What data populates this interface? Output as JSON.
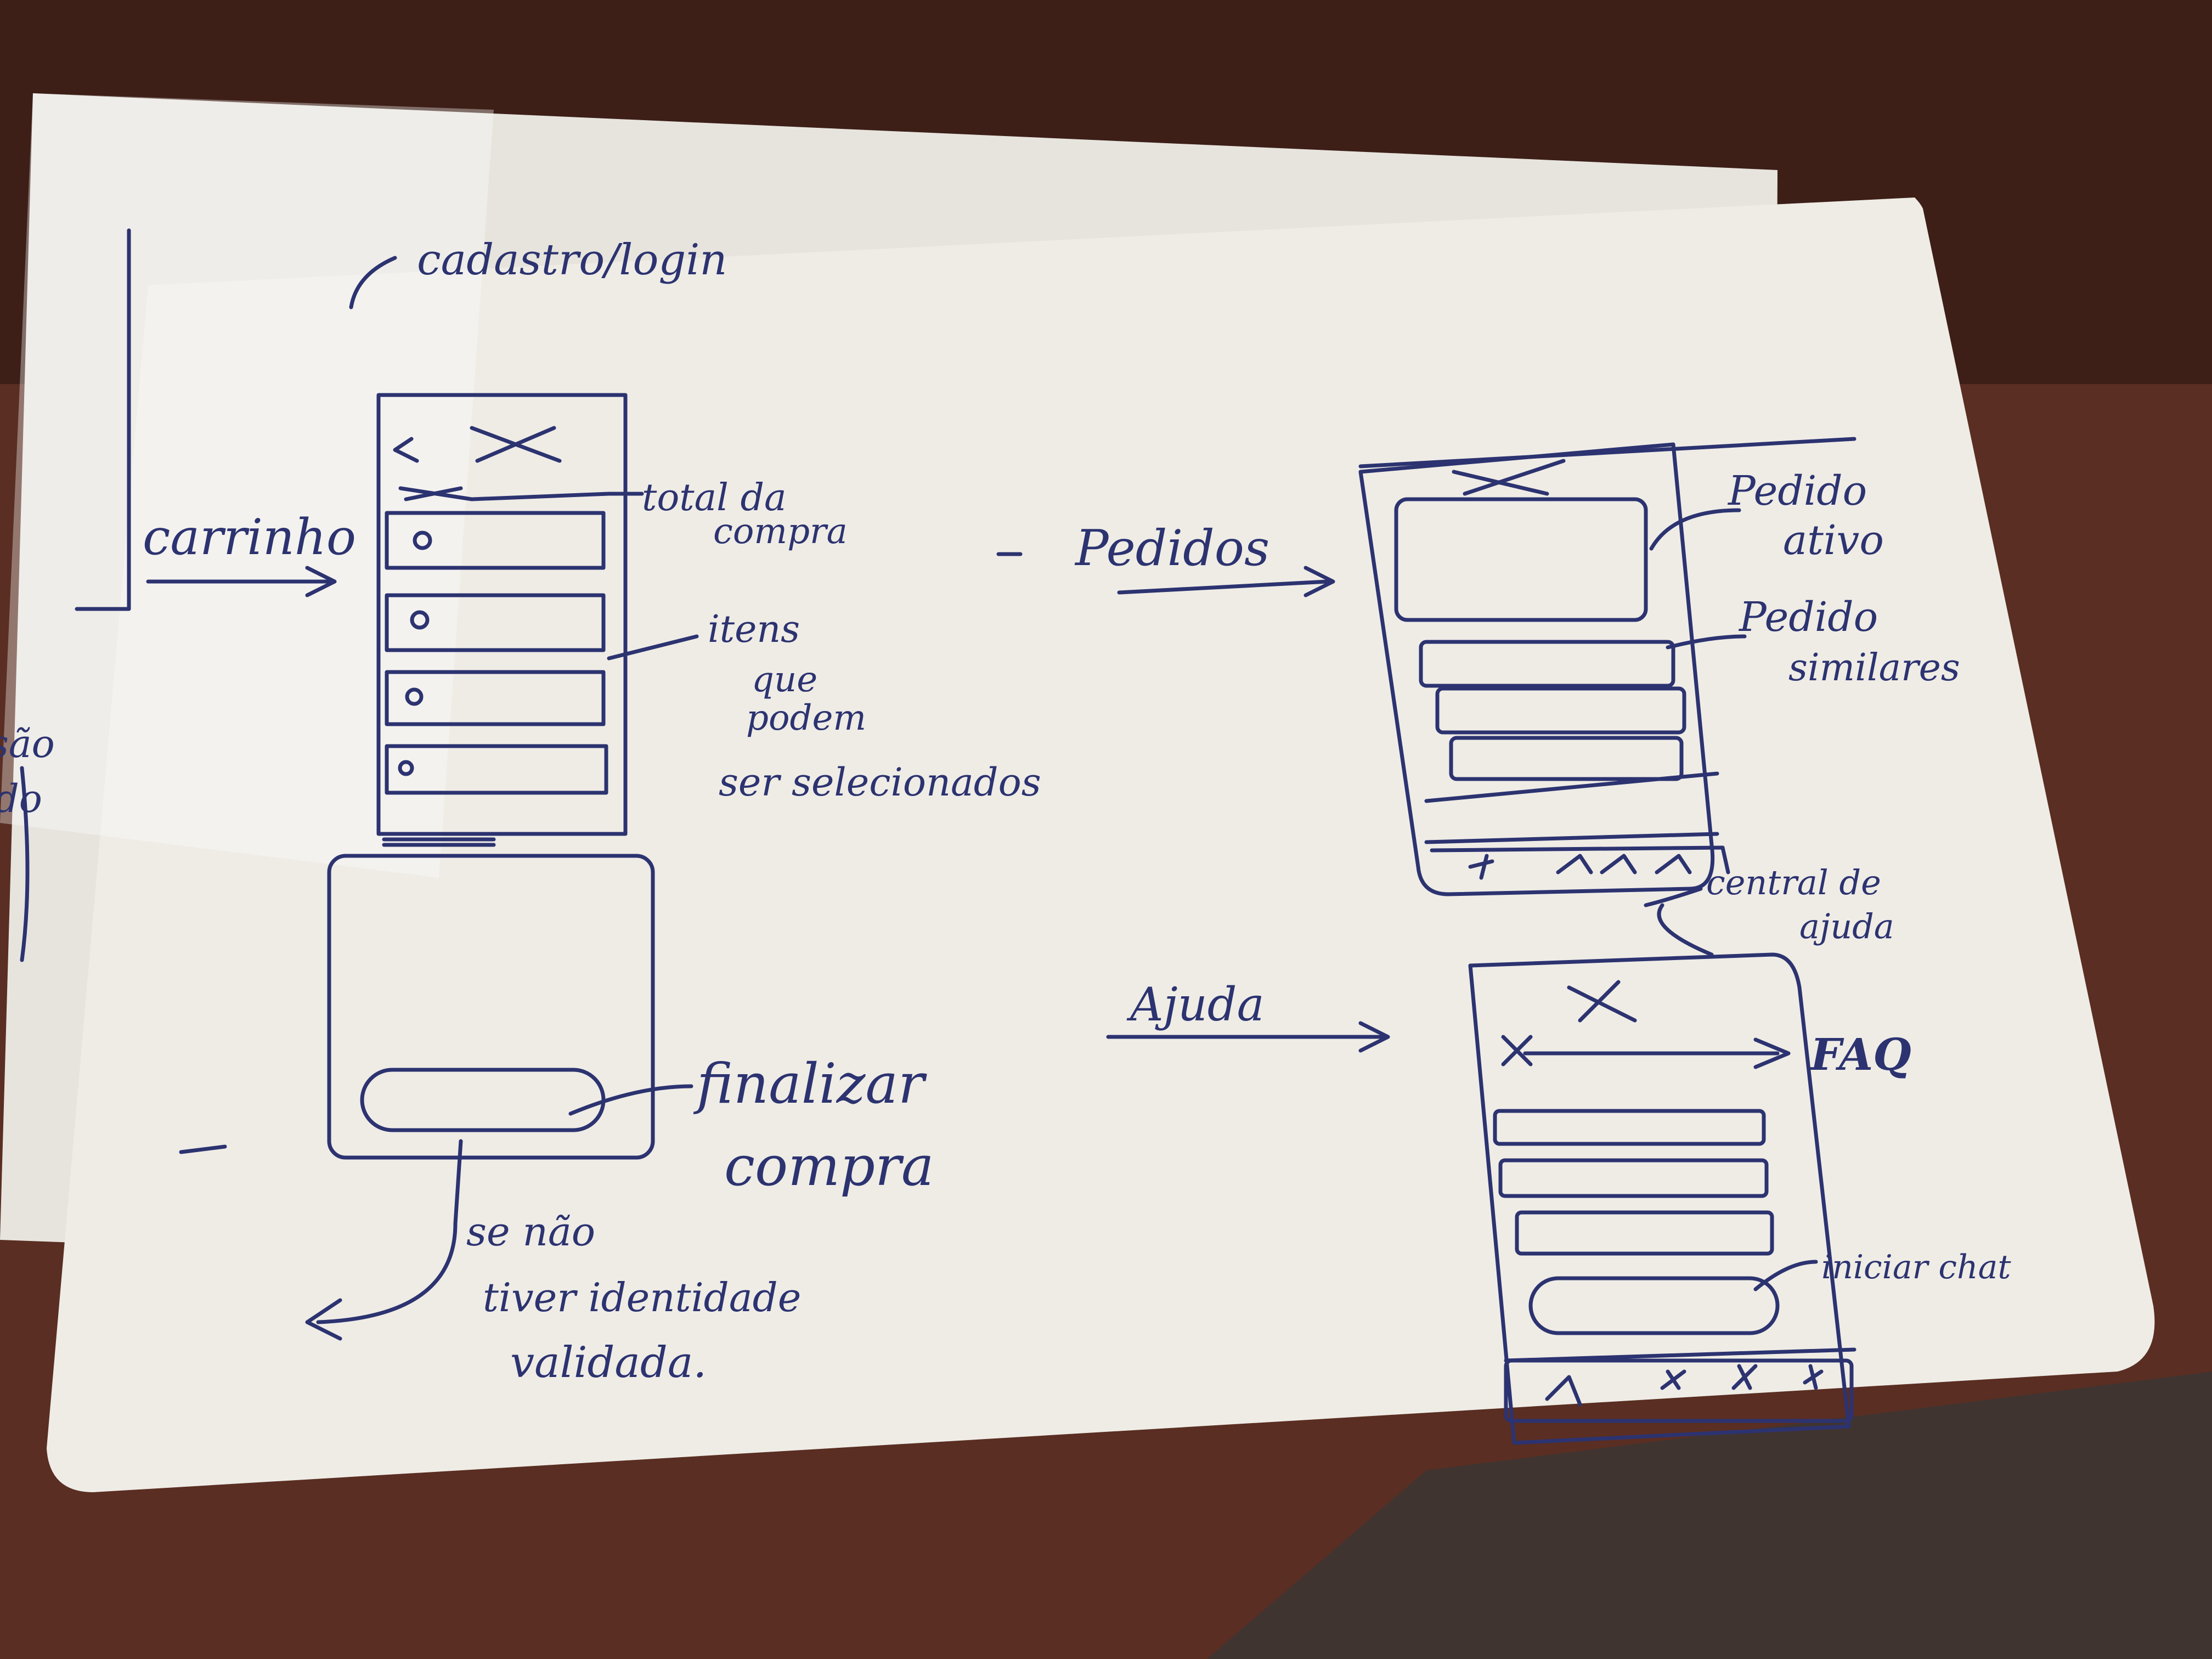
{
  "colors": {
    "desk": "#5a2e22",
    "paper_back": "#e7e4de",
    "paper_front": "#efece6",
    "ink": "#2c3370"
  },
  "back_sheet": {
    "header_note": "cadastro/login",
    "margin_fragments": [
      "são",
      "do"
    ]
  },
  "carrinho": {
    "flow_label": "carrinho",
    "note_total": [
      "total da",
      "compra"
    ],
    "note_items": [
      "itens",
      "que",
      "podem",
      "ser selecionados"
    ],
    "note_finalize": [
      "finalizar",
      "compra"
    ],
    "note_condition": [
      "se não",
      "tiver identidade",
      "validada."
    ]
  },
  "pedidos": {
    "flow_label": "Pedidos",
    "note_active": [
      "Pedido",
      "ativo"
    ],
    "note_similar": [
      "Pedido",
      "similares"
    ]
  },
  "ajuda": {
    "flow_label": "Ajuda",
    "note_center": [
      "central de",
      "ajuda"
    ],
    "note_faq": "FAQ",
    "note_chat": "iniciar chat"
  }
}
